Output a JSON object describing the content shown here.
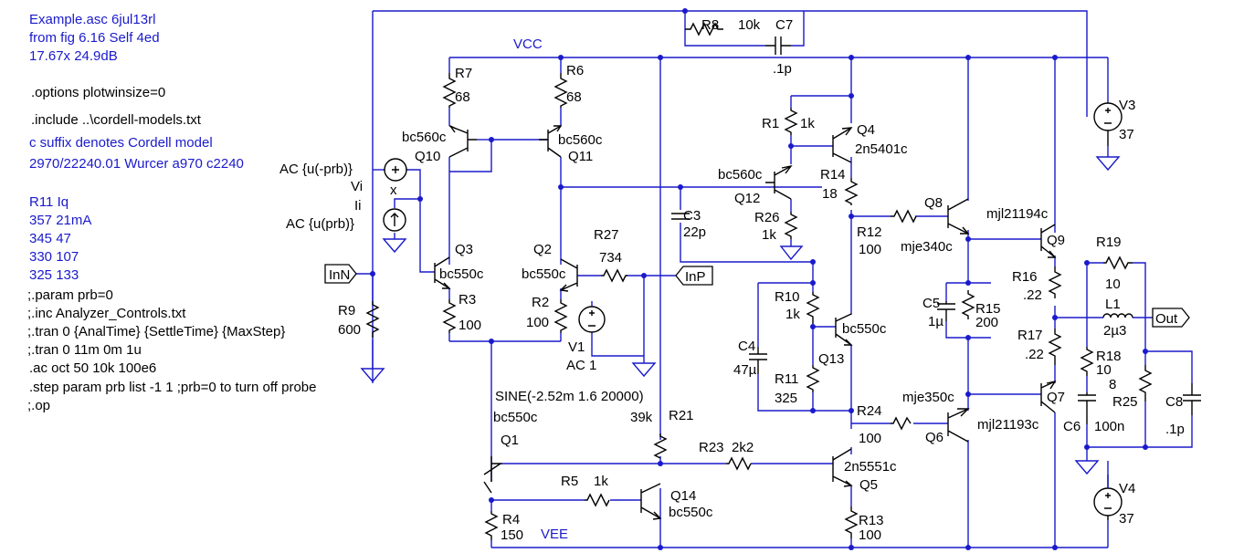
{
  "comments": [
    "Example.asc  6jul13rl",
    "from fig 6.16 Self 4ed",
    "17.67x 24.9dB",
    ".options plotwinsize=0",
    ".include ..\\cordell-models.txt",
    "c suffix denotes Cordell model",
    "2970/22240.01 Wurcer a970 c2240",
    "R11   Iq",
    "357  21mA",
    "345  47",
    "330  107",
    "325  133",
    ";.param prb=0",
    ";.inc Analyzer_Controls.txt",
    ";.tran 0 {AnalTime} {SettleTime} {MaxStep}",
    ";.tran 0 11m 0m 1u",
    ".ac oct 50 10k 100e6",
    ".step param prb list -1 1 ;prb=0 to turn off probe",
    ";.op"
  ],
  "nets": {
    "vcc": "VCC",
    "vee": "VEE"
  },
  "ports": {
    "in_n": "InN",
    "in_p": "InP",
    "out": "Out"
  },
  "components": {
    "R7": {
      "name": "R7",
      "value": "68"
    },
    "R6": {
      "name": "R6",
      "value": "68"
    },
    "R8": {
      "name": "R8",
      "value": "10k"
    },
    "C7": {
      "name": "C7",
      "value": ".1p"
    },
    "R1": {
      "name": "R1",
      "value": "1k"
    },
    "Q4": {
      "name": "Q4",
      "model": "2n5401c"
    },
    "V3": {
      "name": "V3",
      "value": "37"
    },
    "Q10": {
      "name": "Q10",
      "model": "bc560c"
    },
    "Q11": {
      "name": "Q11",
      "model": "bc560c"
    },
    "Q12": {
      "name": "Q12",
      "model": "bc560c"
    },
    "R14": {
      "name": "R14",
      "value": "18"
    },
    "Q8": {
      "name": "Q8",
      "model": "mjl21194c"
    },
    "Vi": {
      "name": "Vi",
      "value": "AC {u(-prb)}"
    },
    "Ii": {
      "name": "Ii",
      "value": "AC {u(prb)}"
    },
    "x": {
      "name": "x"
    },
    "C3": {
      "name": "C3",
      "value": "22p"
    },
    "R26": {
      "name": "R26",
      "value": "1k"
    },
    "R12": {
      "name": "R12",
      "value": "100"
    },
    "Q9": {
      "name": "Q9",
      "model": "mje340c"
    },
    "R19": {
      "name": "R19",
      "value": "10"
    },
    "Q3": {
      "name": "Q3",
      "model": "bc550c"
    },
    "Q2": {
      "name": "Q2",
      "model": "bc550c"
    },
    "R27": {
      "name": "R27",
      "value": "734"
    },
    "R16": {
      "name": "R16",
      "value": ".22"
    },
    "L1": {
      "name": "L1",
      "value": "2µ3"
    },
    "R3": {
      "name": "R3",
      "value": "100"
    },
    "R2": {
      "name": "R2",
      "value": "100"
    },
    "R9": {
      "name": "R9",
      "value": "600"
    },
    "R10": {
      "name": "R10",
      "value": "1k"
    },
    "C5": {
      "name": "C5",
      "value": "1µ"
    },
    "R15": {
      "name": "R15",
      "value": "200"
    },
    "Q13": {
      "name": "Q13",
      "model": "bc550c"
    },
    "V1": {
      "name": "V1",
      "value": "AC 1"
    },
    "C4": {
      "name": "C4",
      "value": "47µ"
    },
    "R17": {
      "name": "R17",
      "value": ".22"
    },
    "R18": {
      "name": "R18",
      "value": "10"
    },
    "R25": {
      "name": "R25",
      "value": "8"
    },
    "R11": {
      "name": "R11",
      "value": "325"
    },
    "Q7": {
      "name": "Q7",
      "model": "mje350c"
    },
    "C8": {
      "name": "C8",
      "value": ".1p"
    },
    "R24": {
      "name": "R24",
      "value": "100"
    },
    "C6": {
      "name": "C6",
      "value": "100n"
    },
    "Q6": {
      "name": "Q6",
      "model": "mjl21193c"
    },
    "Q1": {
      "name": "Q1",
      "model": "bc550c"
    },
    "R21": {
      "name": "R21",
      "value": "39k"
    },
    "R23": {
      "name": "R23",
      "value": "2k2"
    },
    "Q5": {
      "name": "Q5",
      "model": "2n5551c"
    },
    "R5": {
      "name": "R5",
      "value": "1k"
    },
    "Q14": {
      "name": "Q14",
      "model": "bc550c"
    },
    "R4": {
      "name": "R4",
      "value": "150"
    },
    "V4": {
      "name": "V4",
      "value": "37"
    },
    "R13": {
      "name": "R13",
      "value": "100"
    }
  },
  "sine_source": "SINE(-2.52m 1.6 20000)"
}
